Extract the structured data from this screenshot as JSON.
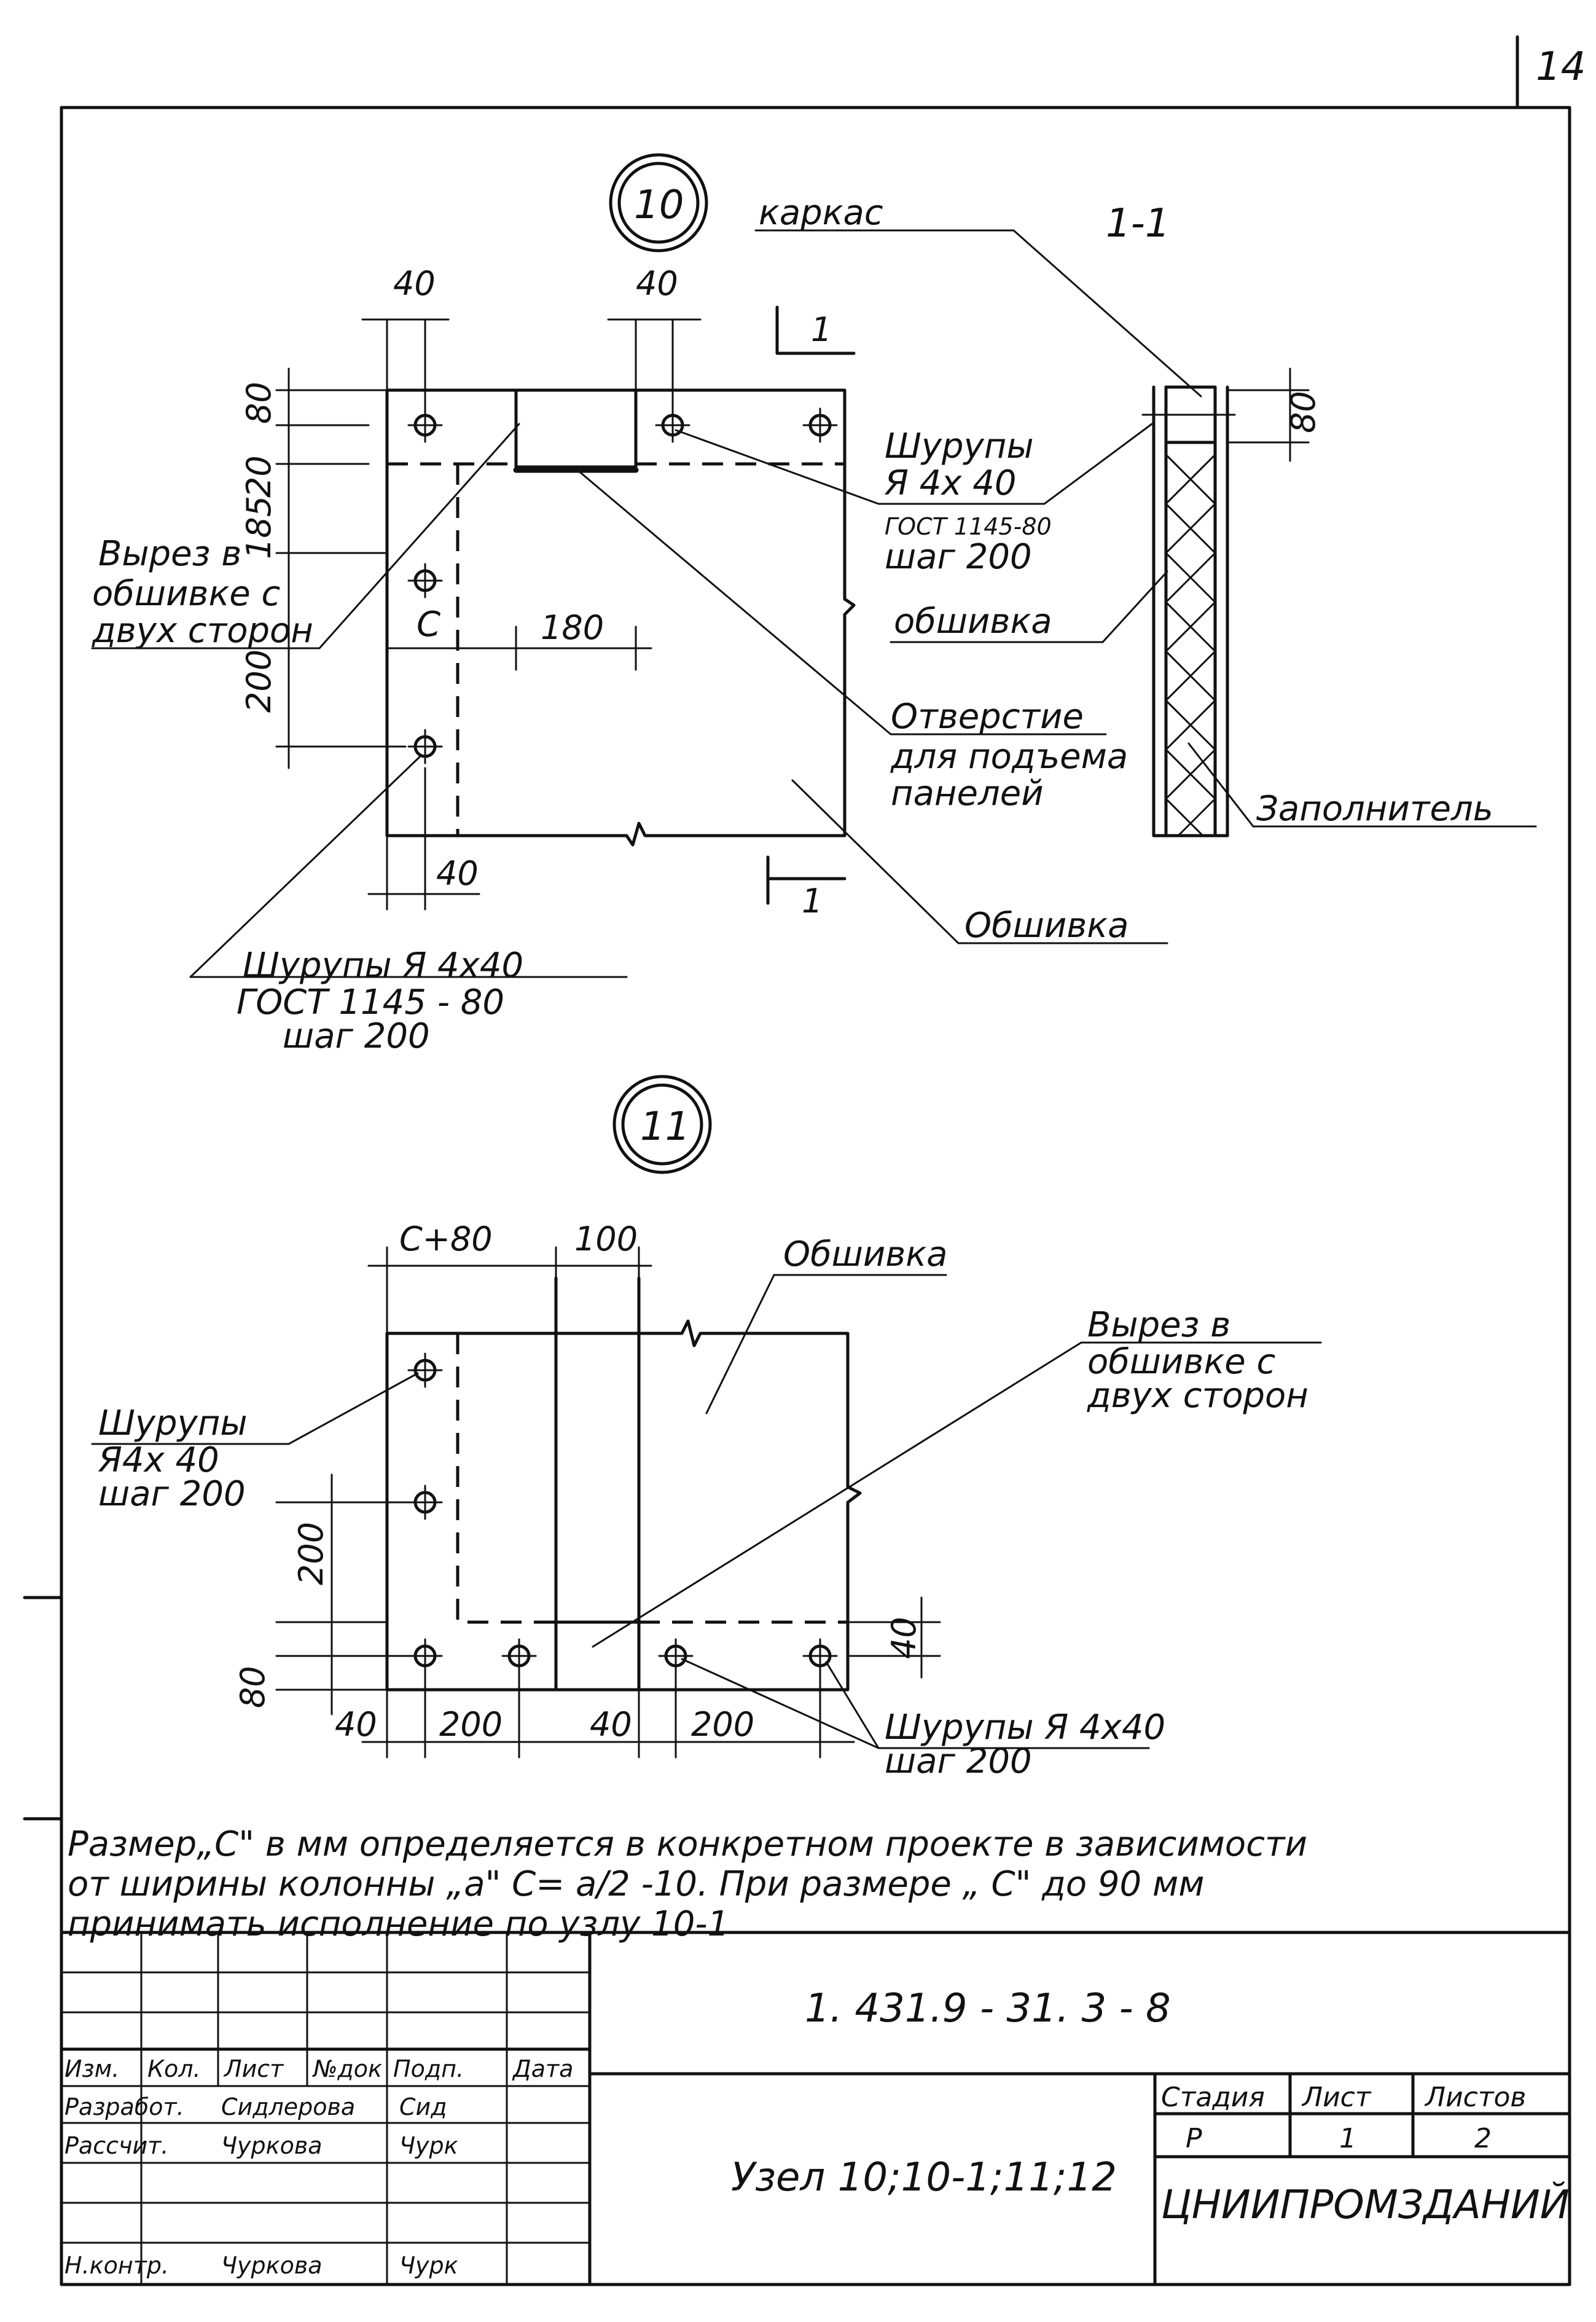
{
  "page_number": "14",
  "node10": {
    "marker": "10",
    "frame_label": "каркас",
    "section_label": "1-1",
    "cut_marker": "1",
    "screws_right": {
      "title": "Шурупы",
      "spec": "Я 4х 40",
      "gost": "ГОСТ 1145-80",
      "step": "шаг 200"
    },
    "skin_right": "обшивка",
    "cutout_label": [
      "Вырез в",
      "обшивке с",
      "двух сторон"
    ],
    "hole_label": [
      "Отверстие",
      "для подъема",
      "панелей"
    ],
    "filler_label": "Заполнитель",
    "skin_bottom": "Обшивка",
    "screws_bottom": {
      "title": "Шурупы Я 4х40",
      "gost": "ГОСТ 1145 - 80",
      "step": "шаг 200"
    },
    "col_c": "С",
    "dims": {
      "top_left": "40",
      "top_right": "40",
      "v1": "80",
      "v2": "20",
      "v3": "185",
      "v4": "200",
      "h180": "180",
      "bottom40": "40",
      "section80": "80"
    }
  },
  "node11": {
    "marker": "11",
    "skin_label": "Обшивка",
    "cutout_label": [
      "Вырез  в",
      "обшивке  с",
      "двух  сторон"
    ],
    "screws_left": {
      "title": "Шурупы",
      "spec": "Я4х 40",
      "step": "шаг 200"
    },
    "screws_right": {
      "title": "Шурупы Я 4х40",
      "step": "шаг 200"
    },
    "dims": {
      "top1": "С+80",
      "top2": "100",
      "v200": "200",
      "v80": "80",
      "v40": "40",
      "b1": "40",
      "b2": "200",
      "b3": "40",
      "b4": "200"
    }
  },
  "note": [
    "Размер„С\" в мм  определяется   в конкретном  проекте  в  зависимости",
    "от    ширины   колонны  „а\"  С= а/2 -10.  При размере „ С\"  до 90 мм",
    "принимать  исполнение по узлу   10-1"
  ],
  "title_block": {
    "code": "1. 431.9 - 31. 3  -  8",
    "headers": [
      "Изм.",
      "Кол.",
      "Лист",
      "№док",
      "Подп.",
      "Дата"
    ],
    "rows": [
      {
        "role": "Разработ.",
        "name": "Сидлерова",
        "sign": "Сид"
      },
      {
        "role": "Рассчит.",
        "name": "Чуркова",
        "sign": "Чурк"
      },
      {
        "role": "Н.контр.",
        "name": "Чуркова",
        "sign": "Чурк"
      }
    ],
    "sheet_title": "Узел 10;10-1;11;12",
    "stage_header": "Стадия",
    "sheet_header": "Лист",
    "sheets_header": "Листов",
    "stage": "Р",
    "sheet": "1",
    "sheets": "2",
    "org": "ЦНИИПРОМЗДАНИЙ"
  }
}
